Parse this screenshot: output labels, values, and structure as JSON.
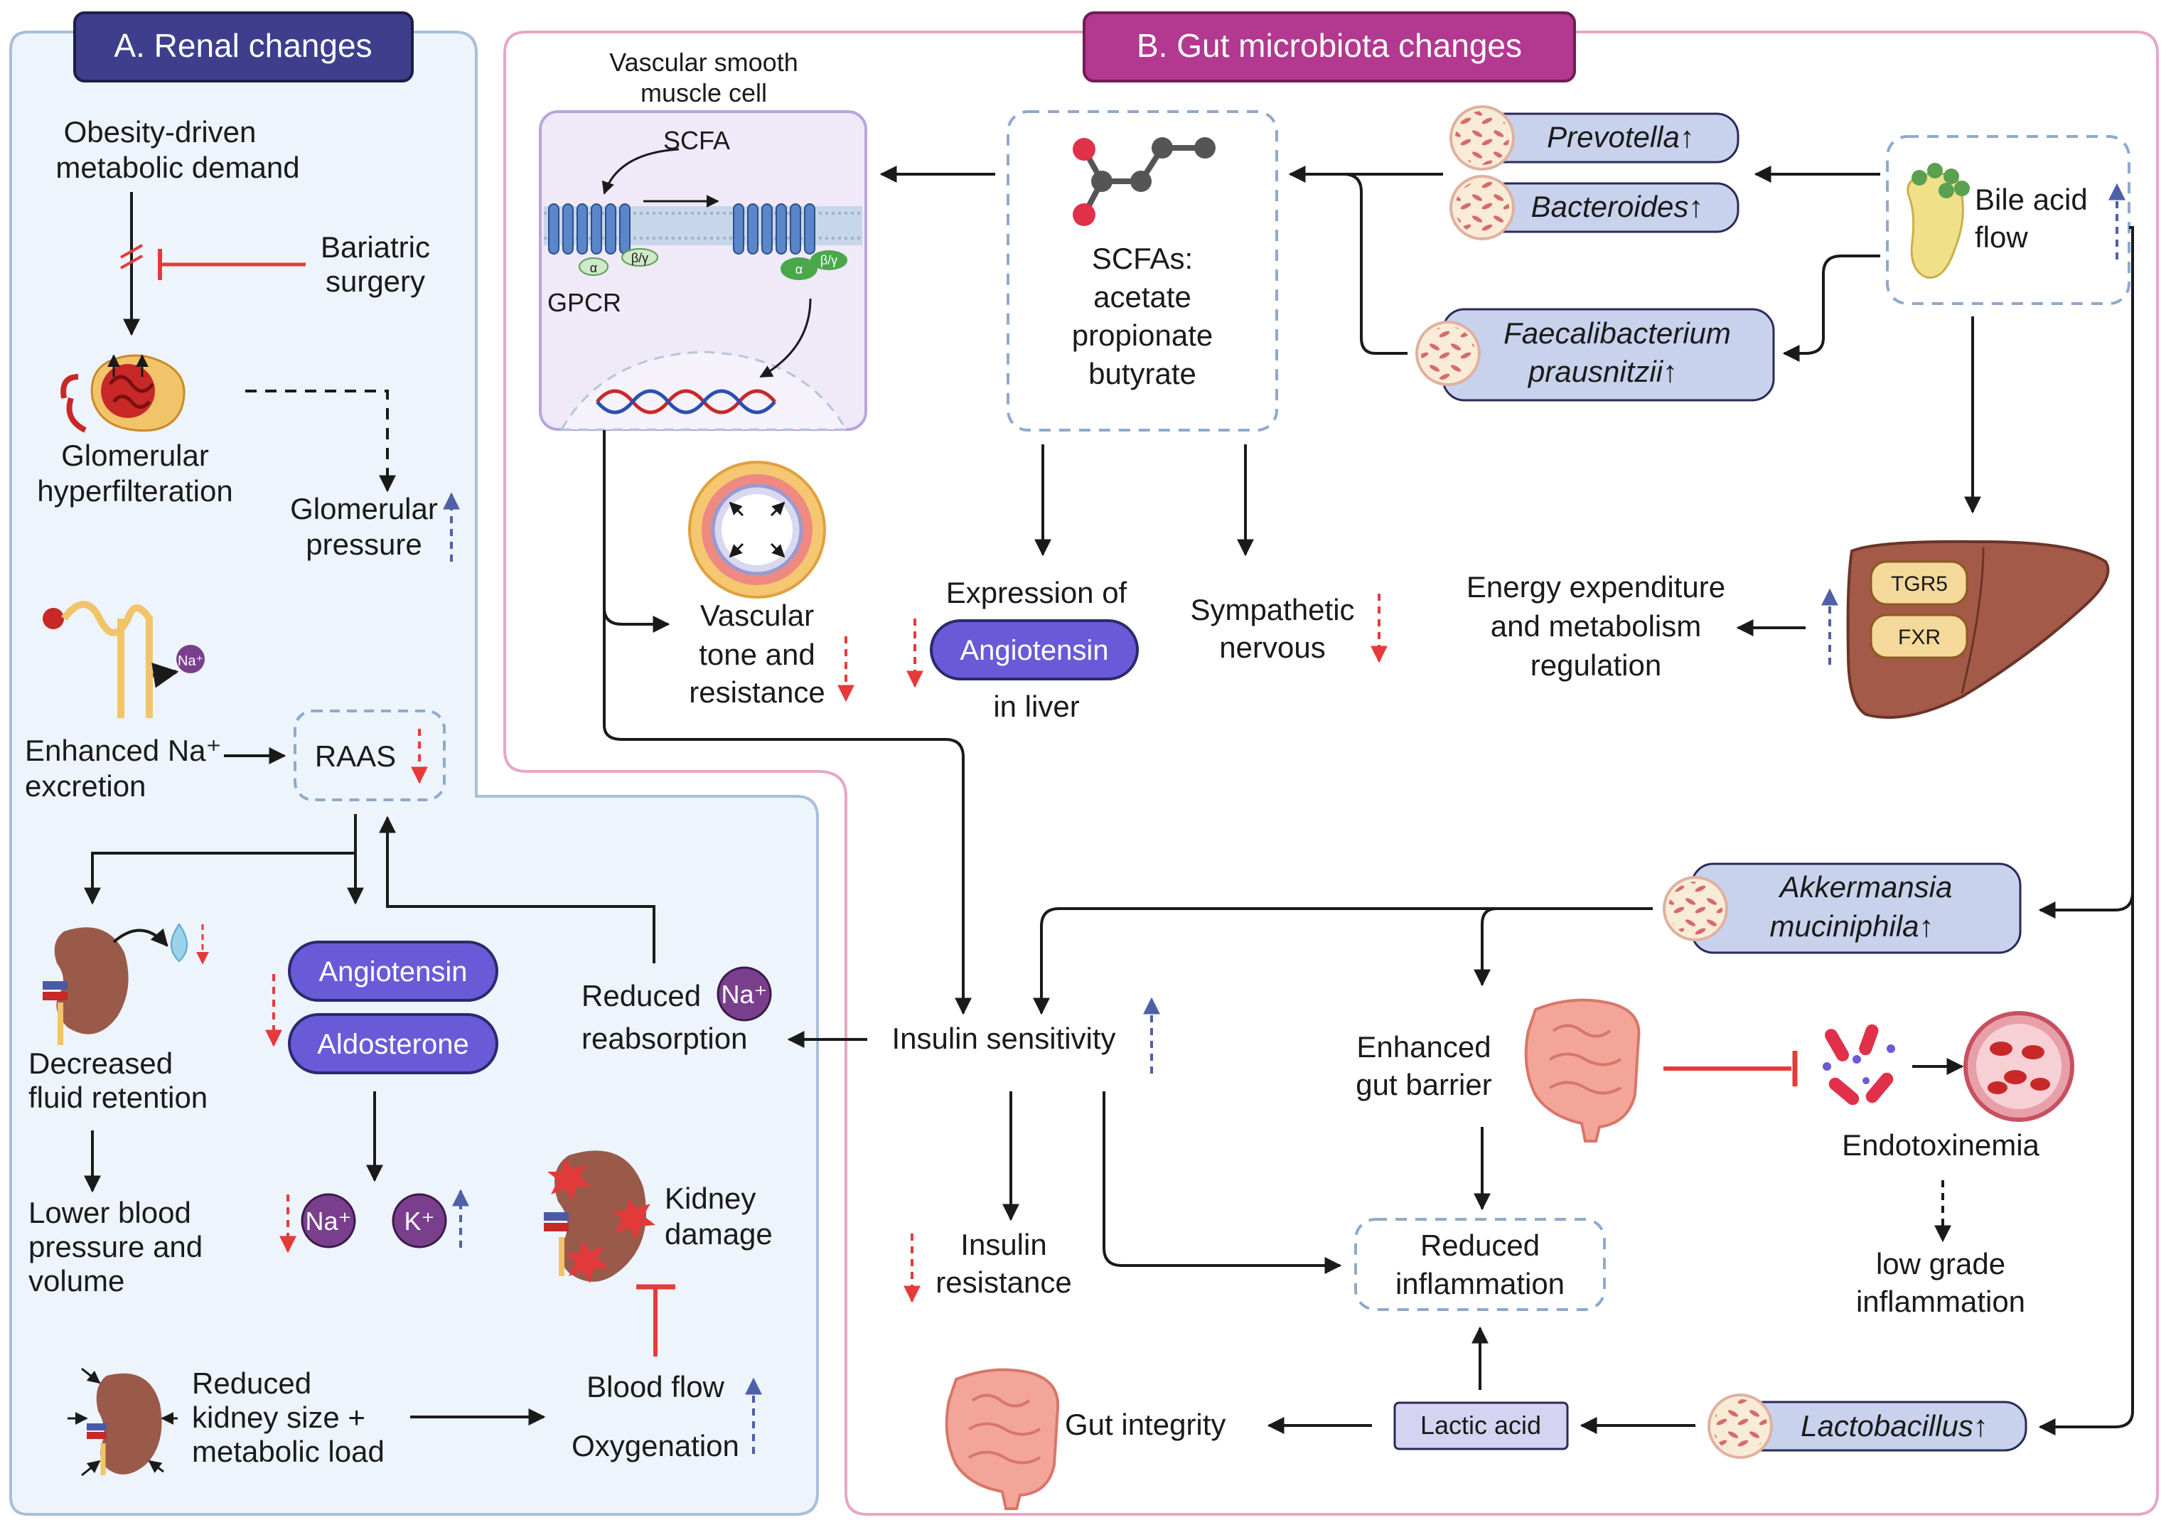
{
  "panels": {
    "a_title": "A. Renal changes",
    "b_title": "B. Gut microbiota changes"
  },
  "renal": {
    "obesity_l1": "Obesity-driven",
    "obesity_l2": "metabolic  demand",
    "bariatric_l1": "Bariatric",
    "bariatric_l2": "surgery",
    "glom_hyper_l1": "Glomerular",
    "glom_hyper_l2": "hyperfilteration",
    "glom_press_l1": "Glomerular",
    "glom_press_l2": "pressure",
    "na_excretion_l1": "Enhanced Na⁺",
    "na_excretion_l2": "excretion",
    "na_badge": "Na⁺",
    "raas": "RAAS",
    "angiotensin": "Angiotensin",
    "aldosterone": "Aldosterone",
    "fluid_l1": "Decreased",
    "fluid_l2": "fluid retention",
    "lower_bp_l1": "Lower blood",
    "lower_bp_l2": "pressure and",
    "lower_bp_l3": "volume",
    "na_ion": "Na⁺",
    "k_ion": "K⁺",
    "reduced_reabs_l1": "Reduced",
    "reduced_reabs_l2": "reabsorption",
    "reabs_na": "Na⁺",
    "kidney_damage_l1": "Kidney",
    "kidney_damage_l2": "damage",
    "blood_flow": "Blood flow",
    "oxygenation": "Oxygenation",
    "kidney_size_l1": "Reduced",
    "kidney_size_l2": "kidney size +",
    "kidney_size_l3": "metabolic load"
  },
  "gut": {
    "vsmc_l1": "Vascular smooth",
    "vsmc_l2": "muscle cell",
    "scfa_tag": "SCFA",
    "gpcr": "GPCR",
    "alpha": "α",
    "beta_gamma": "β/γ",
    "scfas_l1": "SCFAs:",
    "scfas_l2": "acetate",
    "scfas_l3": "propionate",
    "scfas_l4": "butyrate",
    "prevotella": "Prevotella↑",
    "bacteroides": "Bacteroides↑",
    "faecali_l1": "Faecalibacterium",
    "faecali_l2": "prausnitzii↑",
    "bile_l1": "Bile acid",
    "bile_l2": "flow",
    "vascular_l1": "Vascular",
    "vascular_l2": "tone and",
    "vascular_l3": "resistance",
    "expr_l1": "Expression of",
    "expr_pill": "Angiotensin",
    "expr_l3": "in liver",
    "symp_l1": "Sympathetic",
    "symp_l2": "nervous",
    "energy_l1": "Energy expenditure",
    "energy_l2": "and metabolism",
    "energy_l3": "regulation",
    "tgr5": "TGR5",
    "fxr": "FXR",
    "akker_l1": "Akkermansia",
    "akker_l2": "muciniphila↑",
    "insulin_sens": "Insulin sensitivity",
    "gut_barrier_l1": "Enhanced",
    "gut_barrier_l2": "gut barrier",
    "endotox": "Endotoxinemia",
    "lowgrade_l1": "low grade",
    "lowgrade_l2": "inflammation",
    "insulin_res_l1": "Insulin",
    "insulin_res_l2": "resistance",
    "reduced_infl_l1": "Reduced",
    "reduced_infl_l2": "inflammation",
    "gut_integrity": "Gut integrity",
    "lactic": "Lactic acid",
    "lactobacillus": "Lactobacillus↑"
  },
  "colors": {
    "panel_a_fill": "#eef4fb",
    "panel_a_border": "#a9bfd8",
    "panel_a_header": "#3e3e8c",
    "panel_b_border": "#e6a7c6",
    "panel_b_header": "#b3388f",
    "pill_purple": "#6a5ad8",
    "bacteria_tag": "#c9d2ec",
    "inhibit_red": "#e63a3a",
    "down_red": "#e63a3a",
    "up_blue": "#4f5fa8",
    "liver": "#a45a48"
  }
}
